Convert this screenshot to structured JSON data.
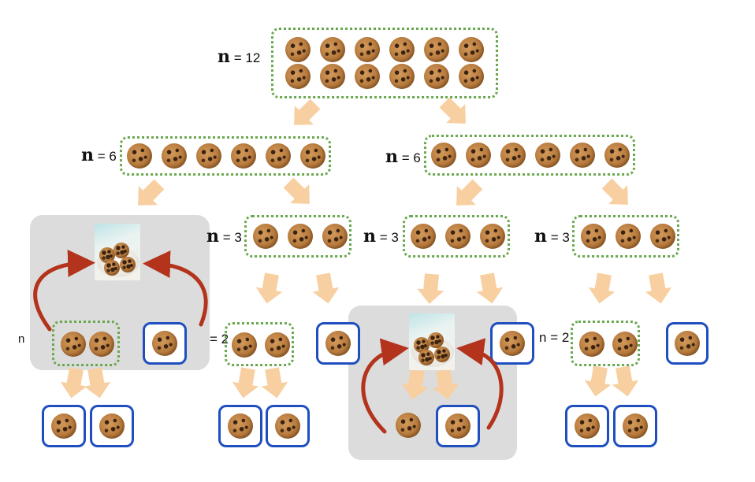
{
  "labels": {
    "root": "12",
    "left": "6",
    "right": "6",
    "left_right": "3",
    "right_left": "3",
    "right_right": "3",
    "panel1_n": "n",
    "ll_r2": "2",
    "rr_l2": "2",
    "n_symbol": "n",
    "equals": "="
  },
  "colors": {
    "node_border": "#6aa84f",
    "leaf_border": "#1f4fbf",
    "arrow_fill": "#f8cfa0",
    "swap_arrow": "#b3331c",
    "panel_bg": "#dcdcdc"
  },
  "icons": {
    "item": "cookie-icon",
    "photo": "cookie-plate-photo"
  }
}
